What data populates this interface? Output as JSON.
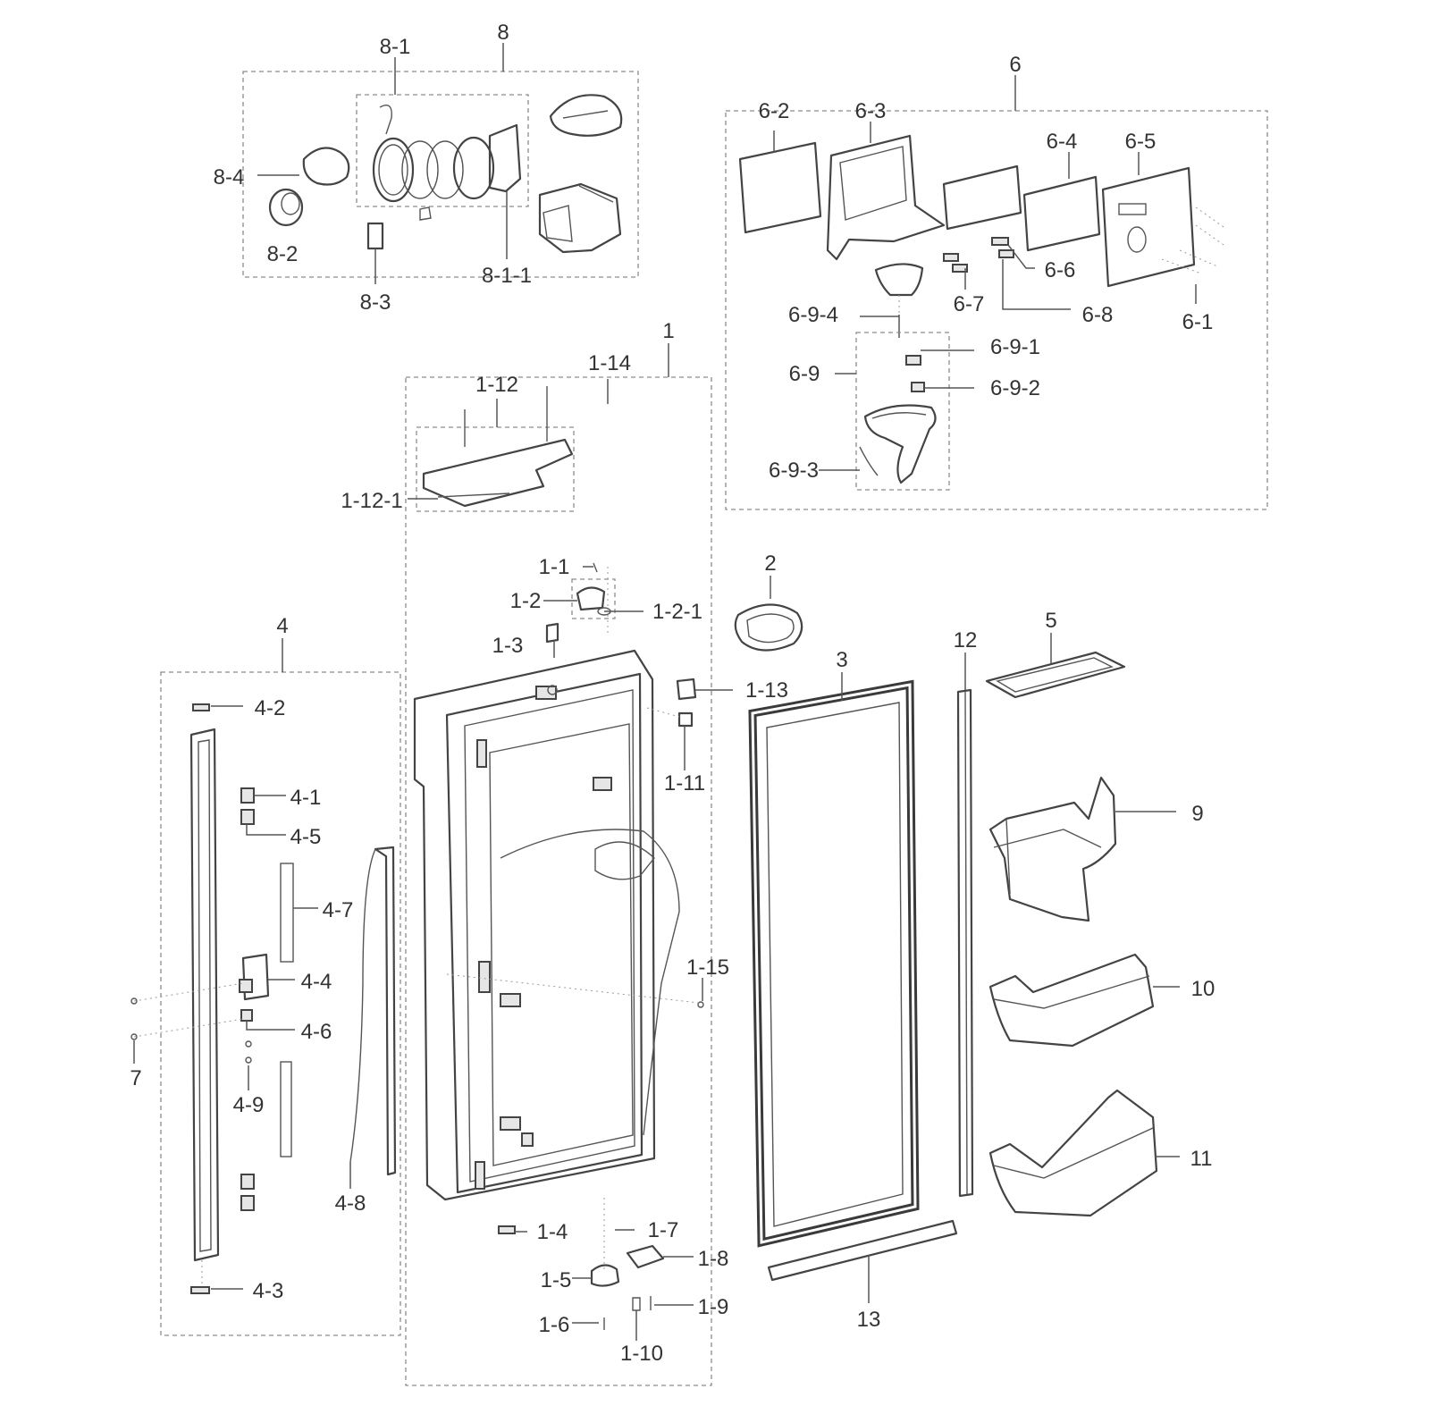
{
  "parts": {
    "p1": "1",
    "p1_1": "1-1",
    "p1_2": "1-2",
    "p1_2_1": "1-2-1",
    "p1_3": "1-3",
    "p1_4": "1-4",
    "p1_5": "1-5",
    "p1_6": "1-6",
    "p1_7": "1-7",
    "p1_8": "1-8",
    "p1_9": "1-9",
    "p1_10": "1-10",
    "p1_11": "1-11",
    "p1_12": "1-12",
    "p1_12_1": "1-12-1",
    "p1_13": "1-13",
    "p1_14": "1-14",
    "p1_15": "1-15",
    "p2": "2",
    "p3": "3",
    "p4": "4",
    "p4_1": "4-1",
    "p4_2": "4-2",
    "p4_3": "4-3",
    "p4_4": "4-4",
    "p4_5": "4-5",
    "p4_6": "4-6",
    "p4_7": "4-7",
    "p4_8": "4-8",
    "p4_9": "4-9",
    "p5": "5",
    "p6": "6",
    "p6_1": "6-1",
    "p6_2": "6-2",
    "p6_3": "6-3",
    "p6_4": "6-4",
    "p6_5": "6-5",
    "p6_6": "6-6",
    "p6_7": "6-7",
    "p6_8": "6-8",
    "p6_9": "6-9",
    "p6_9_1": "6-9-1",
    "p6_9_2": "6-9-2",
    "p6_9_3": "6-9-3",
    "p6_9_4": "6-9-4",
    "p7": "7",
    "p8": "8",
    "p8_1": "8-1",
    "p8_1_1": "8-1-1",
    "p8_2": "8-2",
    "p8_3": "8-3",
    "p8_4": "8-4",
    "p9": "9",
    "p10": "10",
    "p11": "11",
    "p12": "12",
    "p13": "13"
  }
}
